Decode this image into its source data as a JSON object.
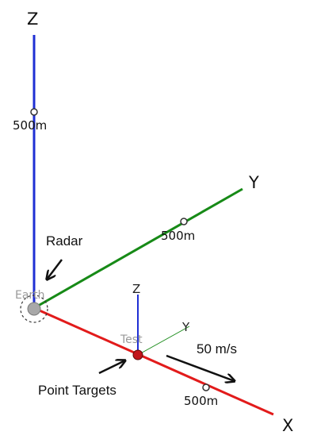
{
  "axes": {
    "z_label": "Z",
    "y_label": "Y",
    "x_label": "X",
    "z_tick": "500m",
    "y_tick": "500m",
    "x_tick": "500m",
    "z_color": "#1f2fd4",
    "y_color": "#178a17",
    "x_color": "#e21b1b"
  },
  "origin": {
    "label": "Earth",
    "marker_color": "#a8a8a8"
  },
  "local_frame": {
    "z_label": "Z",
    "y_label": "Y",
    "origin_label": "Test",
    "target_color": "#c2151b"
  },
  "annotations": {
    "radar": "Radar",
    "point_targets": "Point Targets",
    "velocity": "50 m/s"
  }
}
